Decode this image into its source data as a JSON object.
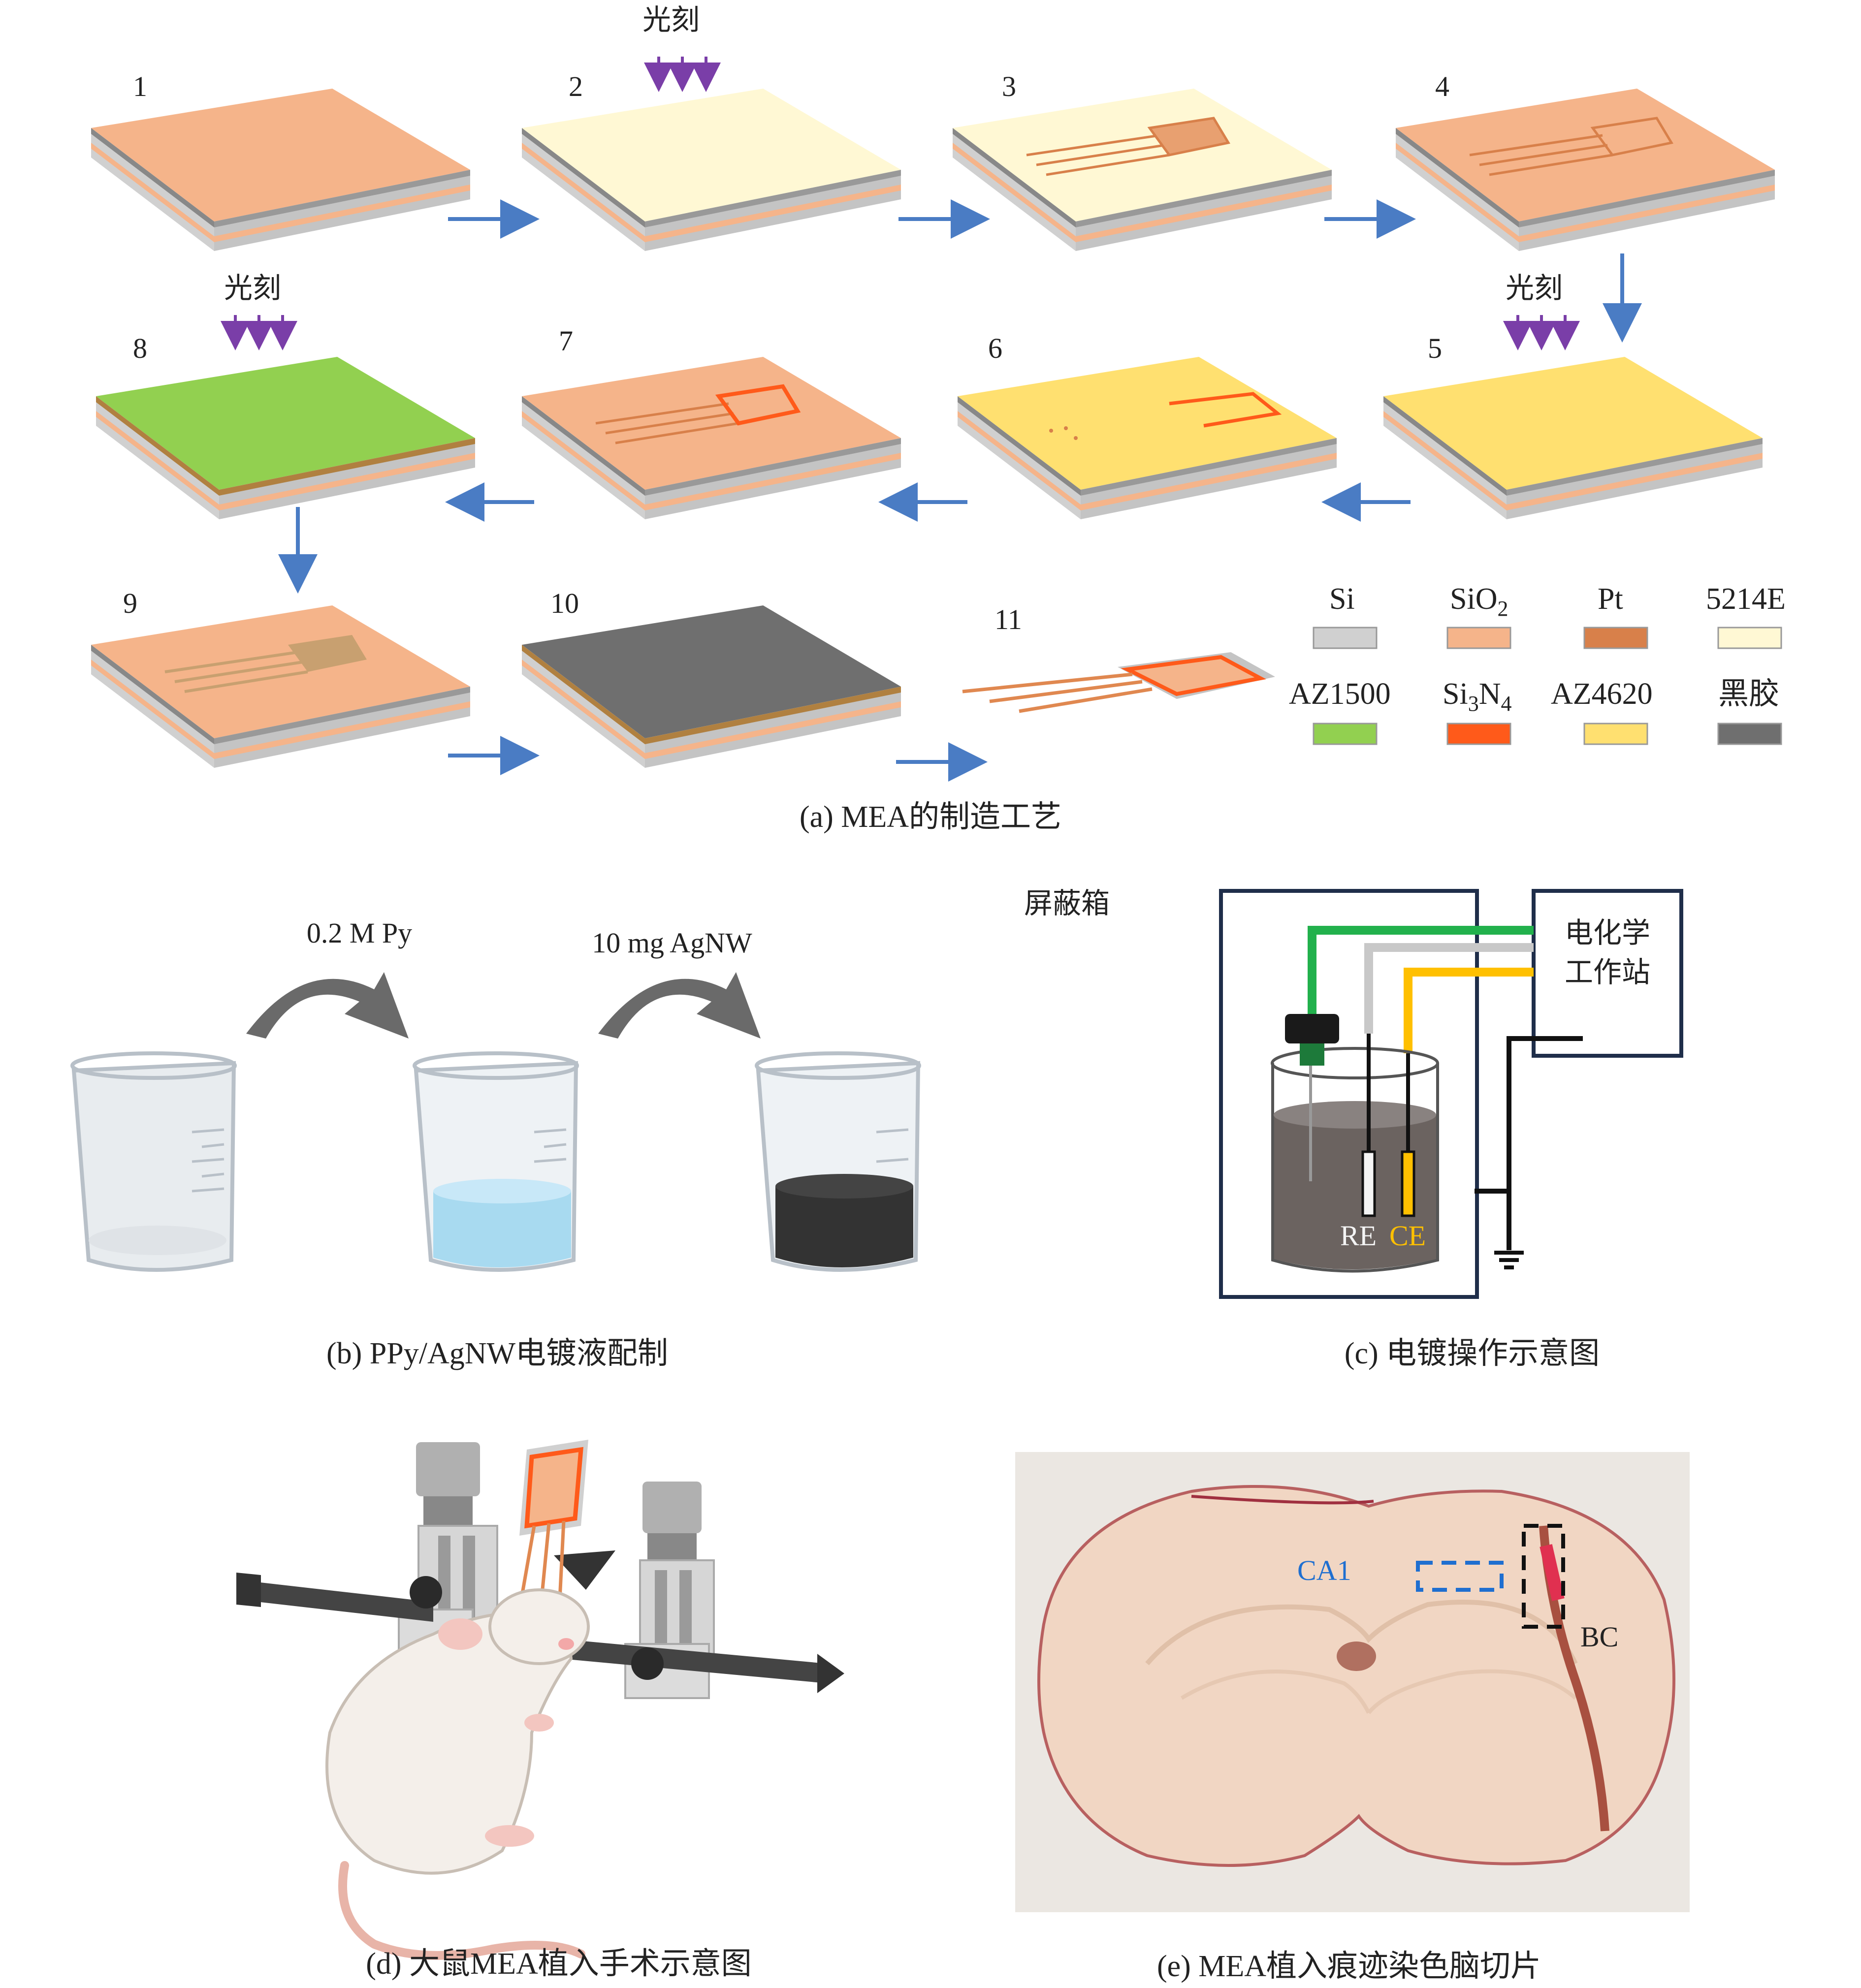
{
  "panel_a": {
    "caption": "(a) MEA的制造工艺",
    "steps": [
      "1",
      "2",
      "3",
      "4",
      "5",
      "6",
      "7",
      "8",
      "9",
      "10",
      "11"
    ],
    "litho_label": "光刻",
    "legend": [
      {
        "name": "Si",
        "color": "#d0d0d0"
      },
      {
        "name": "SiO",
        "sub": "2",
        "color": "#f5b48a"
      },
      {
        "name": "Pt",
        "color": "#d8804a"
      },
      {
        "name": "5214E",
        "color": "#fff8d4"
      },
      {
        "name": "AZ1500",
        "color": "#92d050"
      },
      {
        "name": "Si",
        "sub1": "3",
        "mid": "N",
        "sub": "4",
        "color": "#ff5a1a"
      },
      {
        "name": "AZ4620",
        "color": "#ffe070"
      },
      {
        "name": "黑胶",
        "color": "#6f6f6f"
      }
    ]
  },
  "panel_b": {
    "caption": "(b) PPy/AgNW电镀液配制",
    "step1": "0.2 M Py",
    "step2": "10 mg AgNW"
  },
  "panel_c": {
    "caption": "(c) 电镀操作示意图",
    "box_label": "屏蔽箱",
    "station_line1": "电化学",
    "station_line2": "工作站",
    "re_label": "RE",
    "ce_label": "CE"
  },
  "panel_d": {
    "caption": "(d) 大鼠MEA植入手术示意图"
  },
  "panel_e": {
    "caption": "(e) MEA植入痕迹染色脑切片",
    "ca1": "CA1",
    "bc": "BC"
  },
  "colors": {
    "arrow_blue": "#4a7cc4",
    "litho_purple": "#7a3ea8",
    "wire_green": "#22b14c",
    "wire_gray": "#c8c8c8",
    "wire_yellow": "#ffc000",
    "ca1_blue": "#1f6fd0"
  }
}
